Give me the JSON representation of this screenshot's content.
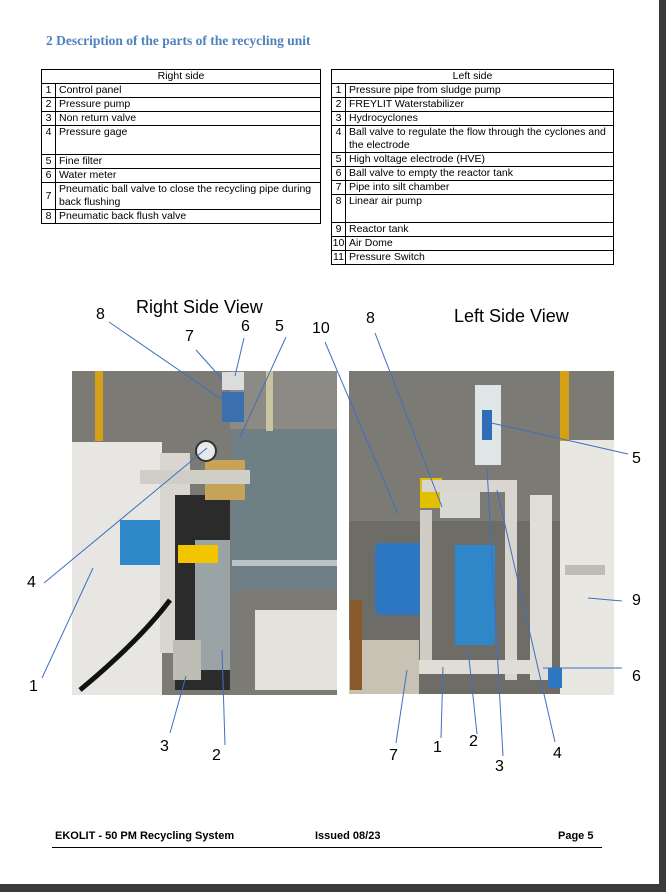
{
  "section_title": "2   Description of the parts of the recycling unit",
  "right_table": {
    "header": "Right side",
    "rows": [
      {
        "num": "1",
        "text": "Control panel"
      },
      {
        "num": "2",
        "text": "Pressure pump"
      },
      {
        "num": "3",
        "text": "Non return valve"
      },
      {
        "num": "4",
        "text": "Pressure gage"
      },
      {
        "num": "5",
        "text": "Fine filter"
      },
      {
        "num": "6",
        "text": "Water meter"
      },
      {
        "num": "7",
        "text": "Pneumatic ball valve to close the recycling pipe during back flushing"
      },
      {
        "num": "8",
        "text": "Pneumatic back flush valve"
      }
    ]
  },
  "left_table": {
    "header": "Left side",
    "rows": [
      {
        "num": "1",
        "text": "Pressure pipe from sludge pump"
      },
      {
        "num": "2",
        "text": "FREYLIT Waterstabilizer"
      },
      {
        "num": "3",
        "text": "Hydrocyclones"
      },
      {
        "num": "4",
        "text": "Ball valve to regulate the flow through the cyclones and the electrode"
      },
      {
        "num": "5",
        "text": "High voltage electrode (HVE)"
      },
      {
        "num": "6",
        "text": "Ball valve to empty the reactor tank"
      },
      {
        "num": "7",
        "text": "Pipe into silt chamber"
      },
      {
        "num": "8",
        "text": "Linear air pump"
      },
      {
        "num": "9",
        "text": "Reactor tank"
      },
      {
        "num": "10",
        "text": "Air Dome"
      },
      {
        "num": "11",
        "text": "Pressure Switch"
      }
    ]
  },
  "captions": {
    "right": "Right Side View",
    "left": "Left Side View"
  },
  "callouts_right": {
    "c1": "1",
    "c2": "2",
    "c3": "3",
    "c4": "4",
    "c5": "5",
    "c6": "6",
    "c7": "7",
    "c8": "8"
  },
  "callouts_left": {
    "c1": "1",
    "c2": "2",
    "c3": "3",
    "c4": "4",
    "c5": "5",
    "c6": "6",
    "c7": "7",
    "c8": "8",
    "c9": "9",
    "c10": "10"
  },
  "footer": {
    "left": "EKOLIT - 50 PM Recycling System",
    "center": "Issued 08/23",
    "right": "Page 5"
  },
  "colors": {
    "heading": "#4f81bd",
    "leader_line": "#3f6fc2"
  }
}
